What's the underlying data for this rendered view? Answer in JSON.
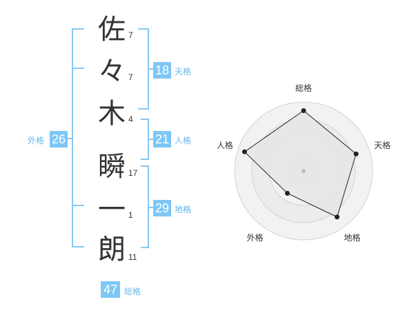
{
  "name": {
    "characters": [
      {
        "char": "佐",
        "strokes": "7"
      },
      {
        "char": "々",
        "strokes": "7"
      },
      {
        "char": "木",
        "strokes": "4"
      },
      {
        "char": "瞬",
        "strokes": "17"
      },
      {
        "char": "一",
        "strokes": "1"
      },
      {
        "char": "朗",
        "strokes": "11"
      }
    ]
  },
  "fortunes": {
    "tenkaku": {
      "value": "18",
      "label": "天格"
    },
    "jinkaku": {
      "value": "21",
      "label": "人格"
    },
    "chikaku": {
      "value": "29",
      "label": "地格"
    },
    "gaikaku": {
      "value": "26",
      "label": "外格"
    },
    "soukaku": {
      "value": "47",
      "label": "総格"
    }
  },
  "radar": {
    "axes": [
      "総格",
      "天格",
      "地格",
      "外格",
      "人格"
    ],
    "max": 4,
    "values": [
      3.5,
      3.2,
      3.3,
      1.6,
      3.6
    ],
    "colors": {
      "fill": "#e6e6e6",
      "ring": "#d3d3d3",
      "line": "#222222",
      "point": "#222222",
      "center": "#bdbdbd"
    }
  },
  "colors": {
    "accent": "#7ec7f5",
    "bracket": "#86c7f3",
    "text": "#333333"
  }
}
